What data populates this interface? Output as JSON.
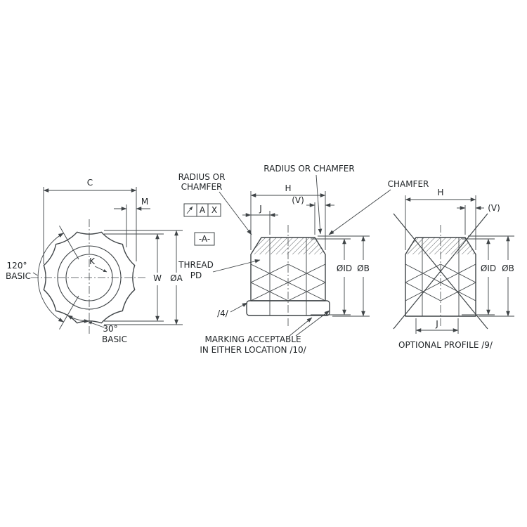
{
  "drawing": {
    "colors": {
      "line": "#3f4447",
      "text": "#1f2326",
      "background": "#ffffff"
    },
    "front": {
      "dim_c": "C",
      "dim_m": "M",
      "dim_k": "K",
      "dim_w": "W",
      "dim_a": "ØA",
      "angle120": "120°",
      "angle120_basic": "BASIC",
      "angle30": "30°",
      "angle30_basic": "BASIC"
    },
    "section": {
      "radius_chamfer_left_1": "RADIUS OR",
      "radius_chamfer_left_2": "CHAMFER",
      "radius_chamfer_top": "RADIUS OR CHAMFER",
      "chamfer_callout": "CHAMFER",
      "dim_h": "H",
      "dim_v": "(V)",
      "dim_j": "J",
      "datum": "-A-",
      "fcf_datum": "A",
      "fcf_value": "X",
      "thread_line1": "THREAD",
      "thread_line2": "PD",
      "flag_note_4": "/4/",
      "dia_id": "ØID",
      "dia_b": "ØB",
      "marking_line1": "MARKING ACCEPTABLE",
      "marking_line2": "IN EITHER LOCATION /10/"
    },
    "optional": {
      "dim_h": "H",
      "dim_v": "(V)",
      "dim_j": "J",
      "dia_id": "ØID",
      "dia_b": "ØB",
      "caption": "OPTIONAL PROFILE /9/"
    }
  }
}
